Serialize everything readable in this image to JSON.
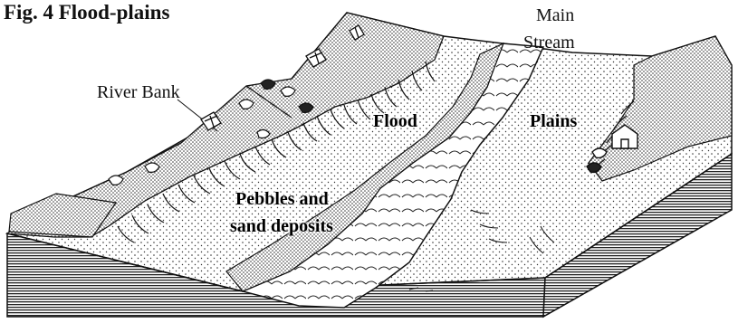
{
  "figure": {
    "title": "Fig. 4 Flood-plains"
  },
  "labels": {
    "river_bank": "River Bank",
    "main_stream_line1": "Main",
    "main_stream_line2": "Stream",
    "flood": "Flood",
    "plains": "Plains",
    "pebbles_line1": "Pebbles and",
    "pebbles_line2": "sand deposits"
  },
  "colors": {
    "ink": "#111111",
    "paper": "#ffffff",
    "hatch": "#222222"
  }
}
